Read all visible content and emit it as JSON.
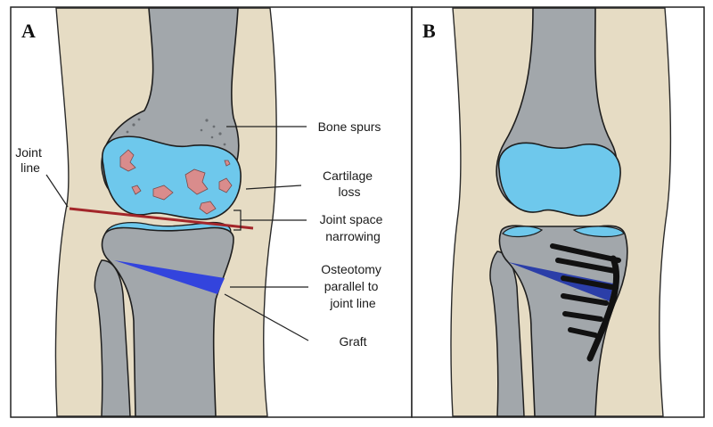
{
  "panels": {
    "a": {
      "letter": "A"
    },
    "b": {
      "letter": "B"
    }
  },
  "labels": {
    "joint_line": [
      "Joint",
      "line"
    ],
    "bone_spurs": [
      "Bone spurs"
    ],
    "cartilage_loss": [
      "Cartilage",
      "loss"
    ],
    "joint_space_narrowing": [
      "Joint space",
      "narrowing"
    ],
    "osteotomy": [
      "Osteotomy",
      "parallel to",
      "joint line"
    ],
    "graft": [
      "Graft"
    ]
  },
  "colors": {
    "soft_tissue": "#e6dcc4",
    "bone": "#a2a7ab",
    "bone_outline": "#1e1e1e",
    "cartilage": "#6ec8ec",
    "cartilage_damage": "#d98c8c",
    "joint_line": "#a3262a",
    "graft": "#3344dd",
    "graft_b": "#2b3ea8",
    "plate": "#111111"
  }
}
